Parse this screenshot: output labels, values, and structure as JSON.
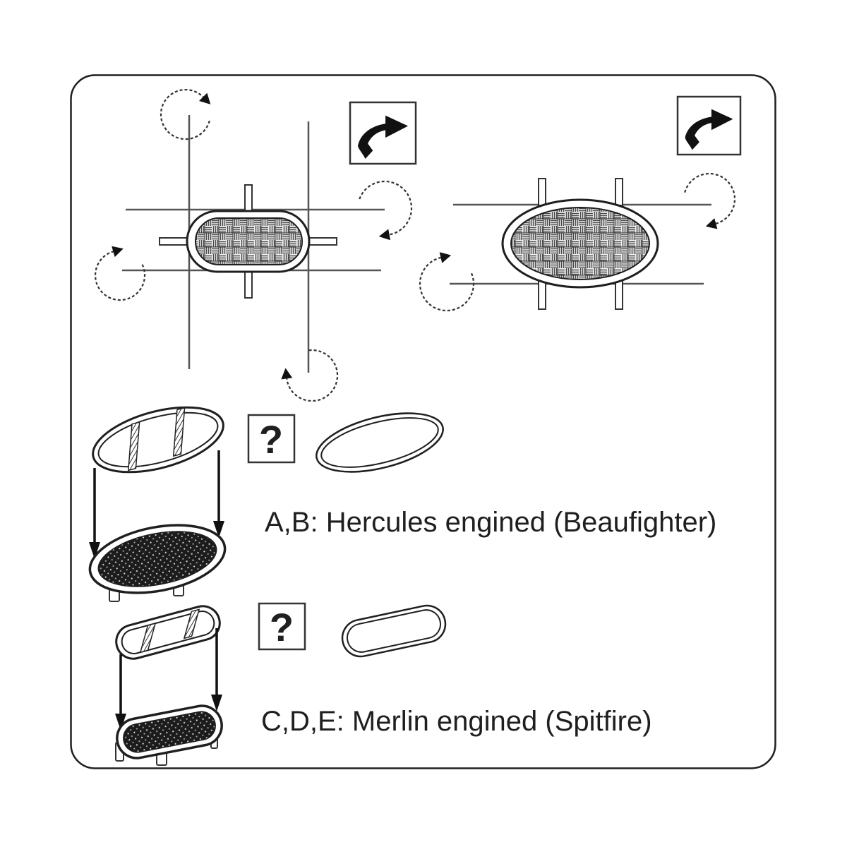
{
  "page": {
    "background": "#ffffff",
    "border_color": "#1f1f1f",
    "line_gray": "#555555",
    "ink": "#1f1f1f"
  },
  "labels": {
    "group_ab": "A,B: Hercules engined (Beaufighter)",
    "group_cde": "C,D,E: Merlin engined  (Spitfire)"
  },
  "icons": {
    "question_mark": "?",
    "flip_arrow": "curved-flip-arrow",
    "rotation_arrow": "dashed-circle-rotation-arrow",
    "down_arrow": "straight-down-assembly-arrow"
  }
}
